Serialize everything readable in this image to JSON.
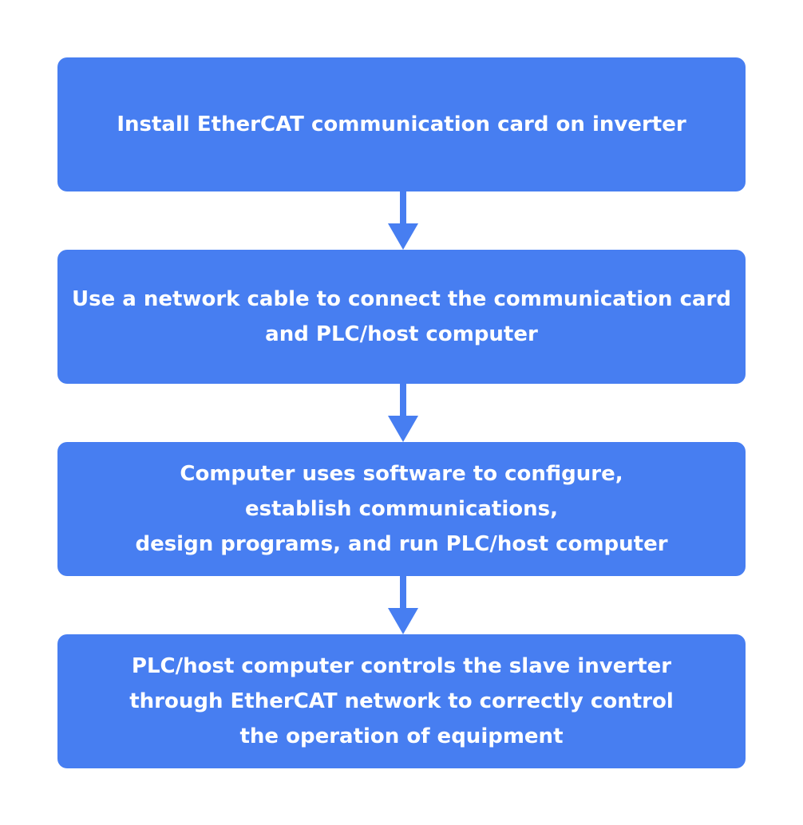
{
  "colors": {
    "box_fill": "#477ef1",
    "arrow": "#477ef1",
    "text": "#ffffff",
    "background": "#ffffff"
  },
  "steps": [
    {
      "text": "Install EtherCAT communication card on inverter"
    },
    {
      "text": "Use a network cable to connect the communication card\nand PLC/host computer"
    },
    {
      "text": "Computer uses software to configure,\nestablish communications,\ndesign programs, and run PLC/host computer"
    },
    {
      "text": "PLC/host computer controls the slave inverter\nthrough EtherCAT network to correctly control\nthe operation of equipment"
    }
  ]
}
